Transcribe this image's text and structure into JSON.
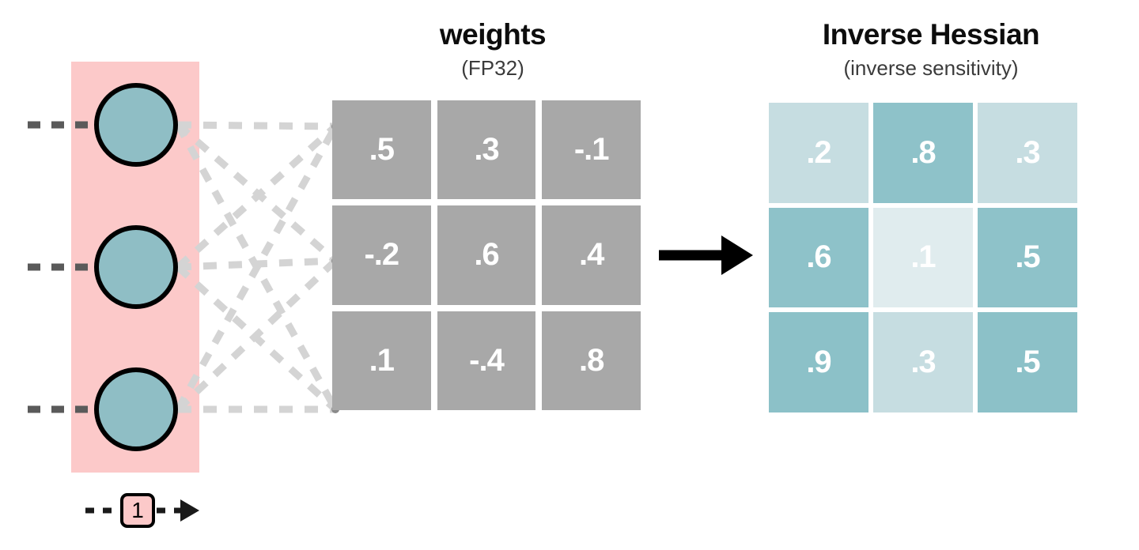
{
  "diagram": {
    "background": "#ffffff",
    "highlight_color": "#fcc9c9",
    "neuron_color": "#8fbec5",
    "weight_cell_color": "#a8a8a8",
    "arrow_color": "#000000",
    "connection_color": "#d4d4d4",
    "input_line_color": "#5a5a5a"
  },
  "layers": {
    "neurons": [
      {
        "label": "neuron-1"
      },
      {
        "label": "neuron-2"
      },
      {
        "label": "neuron-3"
      }
    ]
  },
  "weights_panel": {
    "title": "weights",
    "subtitle": "(FP32)"
  },
  "hessian_panel": {
    "title": "Inverse Hessian",
    "subtitle": "(inverse sensitivity)"
  },
  "step": {
    "number": "1"
  },
  "chart_data": [
    {
      "type": "heatmap",
      "title": "weights",
      "subtitle": "(FP32)",
      "rows": 3,
      "cols": 3,
      "values": [
        [
          ".5",
          ".3",
          "-.1"
        ],
        [
          "-.2",
          ".6",
          ".4"
        ],
        [
          ".1",
          "-.4",
          ".8"
        ]
      ],
      "numeric": [
        [
          0.5,
          0.3,
          -0.1
        ],
        [
          -0.2,
          0.6,
          0.4
        ],
        [
          0.1,
          -0.4,
          0.8
        ]
      ],
      "colors": [
        [
          "#a8a8a8",
          "#a8a8a8",
          "#a8a8a8"
        ],
        [
          "#a8a8a8",
          "#a8a8a8",
          "#a8a8a8"
        ],
        [
          "#a8a8a8",
          "#a8a8a8",
          "#a8a8a8"
        ]
      ],
      "text_color": "#ffffff"
    },
    {
      "type": "heatmap",
      "title": "Inverse Hessian",
      "subtitle": "(inverse sensitivity)",
      "rows": 3,
      "cols": 3,
      "values": [
        [
          ".2",
          ".8",
          ".3"
        ],
        [
          ".6",
          ".1",
          ".5"
        ],
        [
          ".9",
          ".3",
          ".5"
        ]
      ],
      "numeric": [
        [
          0.2,
          0.8,
          0.3
        ],
        [
          0.6,
          0.1,
          0.5
        ],
        [
          0.9,
          0.3,
          0.5
        ]
      ],
      "colors": [
        [
          "#c6dde1",
          "#8ec2c9",
          "#c6dde1"
        ],
        [
          "#8ec2c9",
          "#e0ecee",
          "#8ec2c9"
        ],
        [
          "#8cc1c8",
          "#c6dde1",
          "#8cc1c8"
        ]
      ],
      "text_color": "#ffffff"
    }
  ]
}
